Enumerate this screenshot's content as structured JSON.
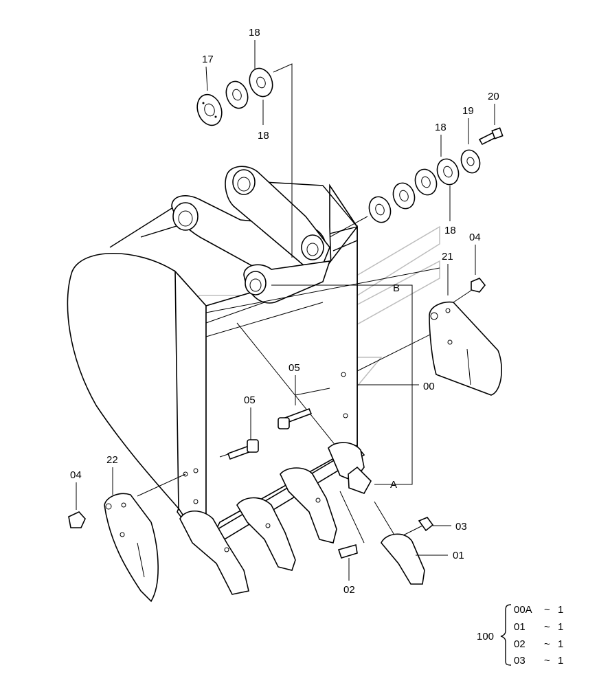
{
  "labels": {
    "p17": "17",
    "p18_top": "18",
    "p18_top_lower": "18",
    "p20": "20",
    "p19": "19",
    "p18_right": "18",
    "p18_right_lower": "18",
    "p04_right": "04",
    "p21": "21",
    "p_b": "B",
    "p05_upper": "05",
    "p00": "00",
    "p05_lower": "05",
    "p04_left": "04",
    "p22": "22",
    "p_a": "A",
    "p03": "03",
    "p01": "01",
    "p02": "02"
  },
  "assembly": {
    "number": "100",
    "items": [
      {
        "code": "00A",
        "tilde": "~",
        "qty": "1"
      },
      {
        "code": "01",
        "tilde": "~",
        "qty": "1"
      },
      {
        "code": "02",
        "tilde": "~",
        "qty": "1"
      },
      {
        "code": "03",
        "tilde": "~",
        "qty": "1"
      }
    ]
  }
}
